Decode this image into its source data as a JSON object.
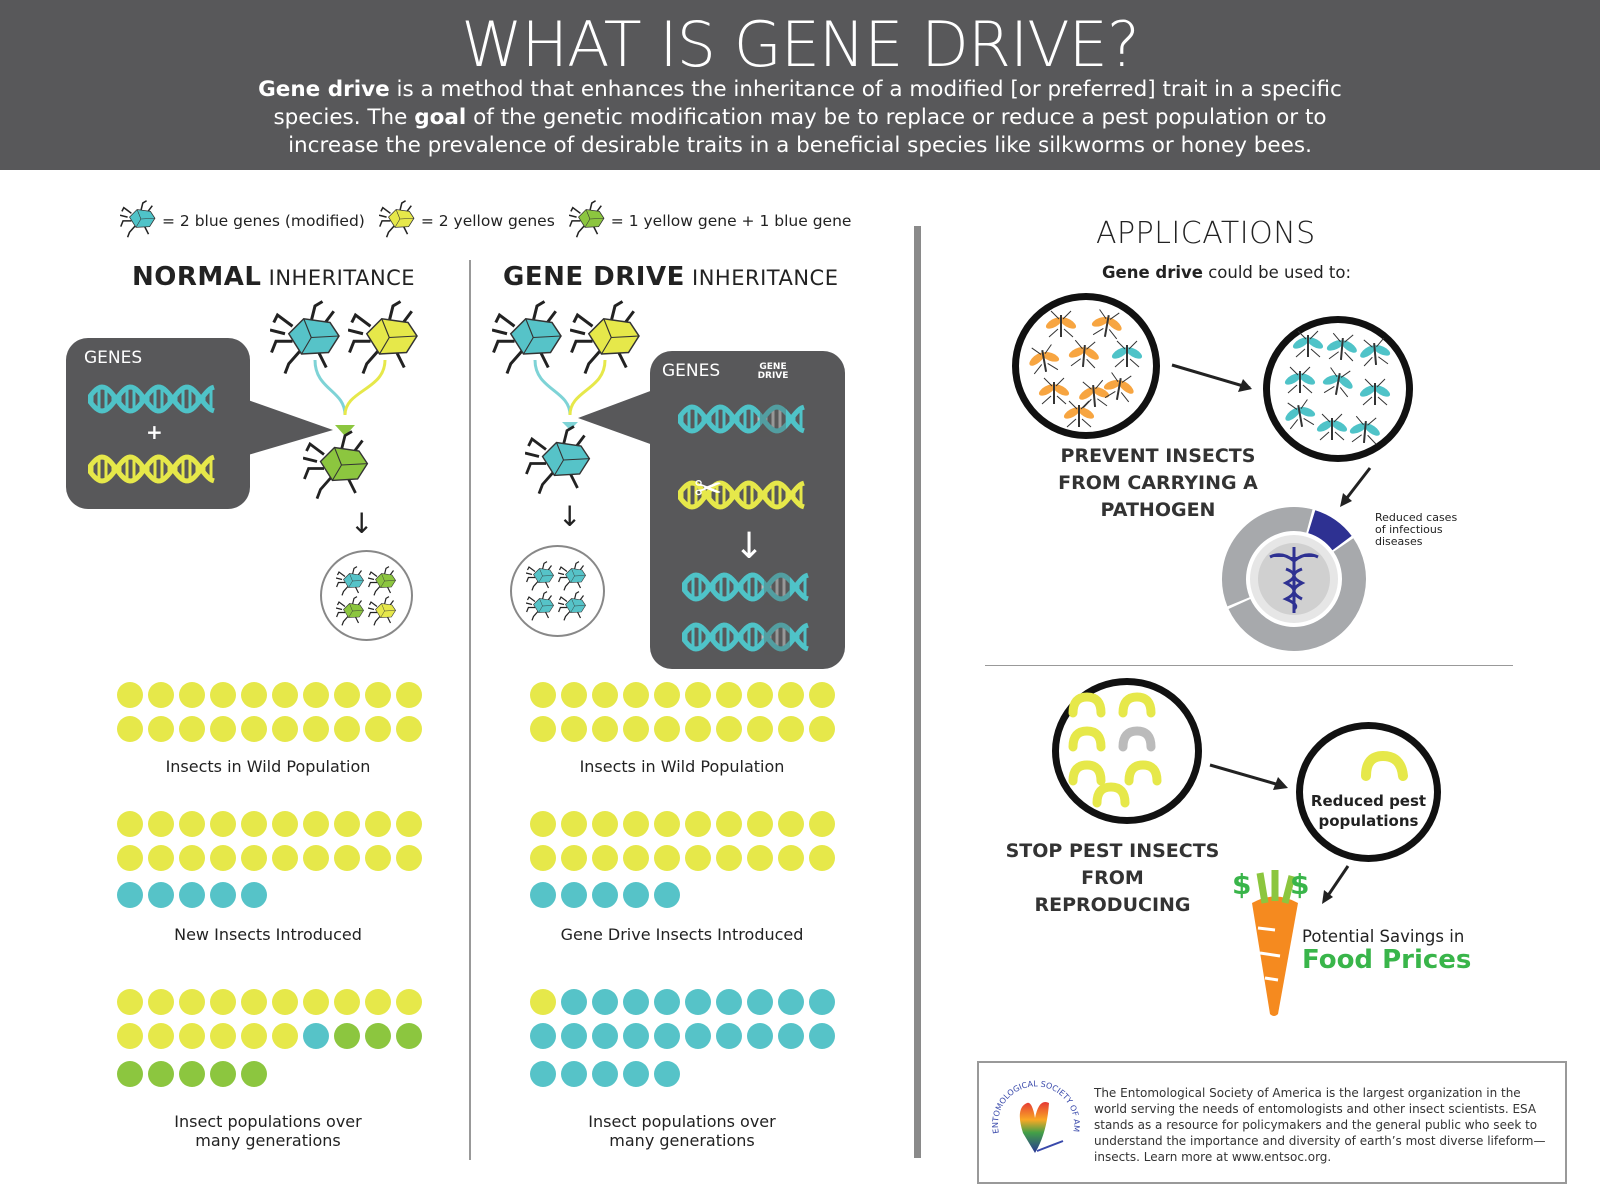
{
  "header": {
    "title": "WHAT IS GENE DRIVE?",
    "intro_parts": [
      "Gene drive",
      " is a method that enhances the inheritance of a modified [or preferred] trait in a specific species. The ",
      "goal",
      " of the genetic modification may be to replace or reduce a pest population or to increase the prevalence of desirable traits in a beneficial species like silkworms or honey bees."
    ]
  },
  "legend": [
    {
      "label": "= 2 blue genes (modified)",
      "icon": "blue-bug-icon",
      "color": "#4fc3c8"
    },
    {
      "label": "= 2 yellow genes",
      "icon": "yellow-bug-icon",
      "color": "#e6e84a"
    },
    {
      "label": "= 1 yellow gene + 1 blue gene",
      "icon": "green-bug-icon",
      "color": "#8cc63f"
    }
  ],
  "colors": {
    "y": "#e6e84a",
    "b": "#56c3c8",
    "g": "#8cc63f",
    "header": "#58585a"
  },
  "normal": {
    "title_bold": "NORMAL",
    "title_rest": " INHERITANCE",
    "genes_label": "GENES",
    "plus": "+",
    "groups": [
      {
        "rows": [
          "yyyyyyyyyy",
          "yyyyyyyyyy"
        ],
        "caption": "Insects in Wild Population"
      },
      {
        "rows": [
          "yyyyyyyyyy",
          "yyyyyyyyyy",
          "bbbbb"
        ],
        "caption": "New Insects Introduced"
      },
      {
        "rows": [
          "yyyyyyyyyy",
          "yyyyyybggg",
          "ggggg"
        ],
        "caption": "Insect populations over many generations"
      }
    ]
  },
  "genedrive": {
    "title_bold": "GENE DRIVE",
    "title_rest": " INHERITANCE",
    "genes_label": "GENES",
    "drive_label": "GENE DRIVE",
    "groups": [
      {
        "rows": [
          "yyyyyyyyyy",
          "yyyyyyyyyy"
        ],
        "caption": "Insects in Wild Population"
      },
      {
        "rows": [
          "yyyyyyyyyy",
          "yyyyyyyyyy",
          "bbbbb"
        ],
        "caption": "Gene Drive Insects Introduced"
      },
      {
        "rows": [
          "ybbbbbbbbb",
          "bbbbbbbbbb",
          "bbbbb"
        ],
        "caption": "Insect populations over many generations"
      }
    ]
  },
  "applications": {
    "title": "APPLICATIONS",
    "subtitle_bold": "Gene drive",
    "subtitle_rest": " could be used to:",
    "pathogen_caption": "PREVENT INSECTS FROM CARRYING A PATHOGEN",
    "reduced_cases": "Reduced cases of infectious diseases",
    "reduced_cases_share": 0.1,
    "pest_caption": "STOP PEST INSECTS FROM REPRODUCING",
    "reduced_pest": "Reduced pest populations",
    "savings_line1": "Potential Savings in",
    "savings_line2": "Food Prices",
    "dollar": "$"
  },
  "footer": {
    "logo_text": "ENTOMOLOGICAL SOCIETY OF AMERICA",
    "text": "The Entomological Society of America is the largest organization in the world serving the needs of entomologists and other insect scientists. ESA stands as a resource for policymakers and the general public who seek to understand the importance and diversity of earth’s most diverse lifeform—insects. Learn more at www.entsoc.org."
  }
}
